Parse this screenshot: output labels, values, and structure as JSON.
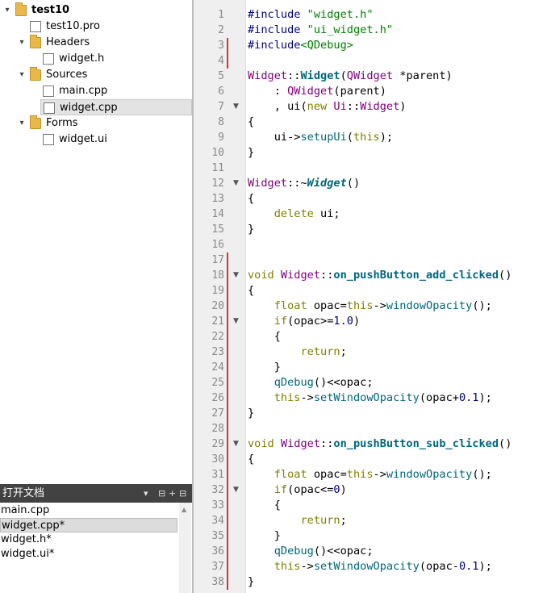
{
  "project_tree": [
    {
      "label": "test10",
      "depth": 0,
      "arrow": "down",
      "icon": "project-folder-icon",
      "bold": true
    },
    {
      "label": "test10.pro",
      "depth": 1,
      "icon": "pro-file-icon"
    },
    {
      "label": "Headers",
      "depth": 1,
      "arrow": "down",
      "icon": "headers-folder-icon"
    },
    {
      "label": "widget.h",
      "depth": 2,
      "icon": "header-file-icon"
    },
    {
      "label": "Sources",
      "depth": 1,
      "arrow": "down",
      "icon": "sources-folder-icon"
    },
    {
      "label": "main.cpp",
      "depth": 2,
      "icon": "cpp-file-icon"
    },
    {
      "label": "widget.cpp",
      "depth": 2,
      "icon": "cpp-file-icon",
      "selected": true
    },
    {
      "label": "Forms",
      "depth": 1,
      "arrow": "down",
      "icon": "forms-folder-icon"
    },
    {
      "label": "widget.ui",
      "depth": 2,
      "icon": "ui-file-icon"
    }
  ],
  "open_docs": {
    "title": "打开文档",
    "items": [
      {
        "label": "main.cpp"
      },
      {
        "label": "widget.cpp*",
        "selected": true
      },
      {
        "label": "widget.h*"
      },
      {
        "label": "widget.ui*"
      }
    ]
  },
  "editor": {
    "changed_lines": [
      3,
      4,
      17,
      18,
      19,
      20,
      21,
      22,
      23,
      24,
      25,
      26,
      27,
      28,
      29,
      30,
      31,
      32,
      33,
      34,
      35,
      36,
      37,
      38
    ],
    "fold_lines": [
      7,
      12,
      18,
      21,
      29,
      32
    ],
    "lines": [
      [
        [
          "pre",
          "#include "
        ],
        [
          "str",
          "\"widget.h\""
        ]
      ],
      [
        [
          "pre",
          "#include "
        ],
        [
          "str",
          "\"ui_widget.h\""
        ]
      ],
      [
        [
          "pre",
          "#include"
        ],
        [
          "str",
          "<QDebug>"
        ]
      ],
      [],
      [
        [
          "type",
          "Widget"
        ],
        [
          "plain",
          "::"
        ],
        [
          "bfunc",
          "Widget"
        ],
        [
          "plain",
          "("
        ],
        [
          "type",
          "QWidget"
        ],
        [
          "plain",
          " *parent)"
        ]
      ],
      [
        [
          "plain",
          "    : "
        ],
        [
          "type",
          "QWidget"
        ],
        [
          "plain",
          "(parent)"
        ]
      ],
      [
        [
          "plain",
          "    , ui("
        ],
        [
          "kw",
          "new "
        ],
        [
          "type",
          "Ui"
        ],
        [
          "plain",
          "::"
        ],
        [
          "type",
          "Widget"
        ],
        [
          "plain",
          ")"
        ]
      ],
      [
        [
          "plain",
          "{"
        ]
      ],
      [
        [
          "plain",
          "    ui->"
        ],
        [
          "func",
          "setupUi"
        ],
        [
          "plain",
          "("
        ],
        [
          "kw",
          "this"
        ],
        [
          "plain",
          ");"
        ]
      ],
      [
        [
          "plain",
          "}"
        ]
      ],
      [],
      [
        [
          "type",
          "Widget"
        ],
        [
          "plain",
          "::~"
        ],
        [
          "bifunc",
          "Widget"
        ],
        [
          "plain",
          "()"
        ]
      ],
      [
        [
          "plain",
          "{"
        ]
      ],
      [
        [
          "plain",
          "    "
        ],
        [
          "kw",
          "delete "
        ],
        [
          "plain",
          "ui;"
        ]
      ],
      [
        [
          "plain",
          "}"
        ]
      ],
      [],
      [],
      [
        [
          "kw",
          "void "
        ],
        [
          "type",
          "Widget"
        ],
        [
          "plain",
          "::"
        ],
        [
          "bfunc",
          "on_pushButton_add_clicked"
        ],
        [
          "plain",
          "()"
        ]
      ],
      [
        [
          "plain",
          "{"
        ]
      ],
      [
        [
          "plain",
          "    "
        ],
        [
          "kw",
          "float "
        ],
        [
          "plain",
          "opac="
        ],
        [
          "kw",
          "this"
        ],
        [
          "plain",
          "->"
        ],
        [
          "func",
          "windowOpacity"
        ],
        [
          "plain",
          "();"
        ]
      ],
      [
        [
          "plain",
          "    "
        ],
        [
          "kw",
          "if"
        ],
        [
          "plain",
          "(opac>="
        ],
        [
          "num",
          "1.0"
        ],
        [
          "plain",
          ")"
        ]
      ],
      [
        [
          "plain",
          "    {"
        ]
      ],
      [
        [
          "plain",
          "        "
        ],
        [
          "kw",
          "return"
        ],
        [
          "plain",
          ";"
        ]
      ],
      [
        [
          "plain",
          "    }"
        ]
      ],
      [
        [
          "plain",
          "    "
        ],
        [
          "func",
          "qDebug"
        ],
        [
          "plain",
          "()<<opac;"
        ]
      ],
      [
        [
          "plain",
          "    "
        ],
        [
          "kw",
          "this"
        ],
        [
          "plain",
          "->"
        ],
        [
          "func",
          "setWindowOpacity"
        ],
        [
          "plain",
          "(opac+"
        ],
        [
          "num",
          "0.1"
        ],
        [
          "plain",
          ");"
        ]
      ],
      [
        [
          "plain",
          "}"
        ]
      ],
      [],
      [
        [
          "kw",
          "void "
        ],
        [
          "type",
          "Widget"
        ],
        [
          "plain",
          "::"
        ],
        [
          "bfunc",
          "on_pushButton_sub_clicked"
        ],
        [
          "plain",
          "()"
        ]
      ],
      [
        [
          "plain",
          "{"
        ]
      ],
      [
        [
          "plain",
          "    "
        ],
        [
          "kw",
          "float "
        ],
        [
          "plain",
          "opac="
        ],
        [
          "kw",
          "this"
        ],
        [
          "plain",
          "->"
        ],
        [
          "func",
          "windowOpacity"
        ],
        [
          "plain",
          "();"
        ]
      ],
      [
        [
          "plain",
          "    "
        ],
        [
          "kw",
          "if"
        ],
        [
          "plain",
          "(opac<="
        ],
        [
          "num",
          "0"
        ],
        [
          "plain",
          ")"
        ]
      ],
      [
        [
          "plain",
          "    {"
        ]
      ],
      [
        [
          "plain",
          "        "
        ],
        [
          "kw",
          "return"
        ],
        [
          "plain",
          ";"
        ]
      ],
      [
        [
          "plain",
          "    }"
        ]
      ],
      [
        [
          "plain",
          "    "
        ],
        [
          "func",
          "qDebug"
        ],
        [
          "plain",
          "()<<opac;"
        ]
      ],
      [
        [
          "plain",
          "    "
        ],
        [
          "kw",
          "this"
        ],
        [
          "plain",
          "->"
        ],
        [
          "func",
          "setWindowOpacity"
        ],
        [
          "plain",
          "(opac-"
        ],
        [
          "num",
          "0.1"
        ],
        [
          "plain",
          ");"
        ]
      ],
      [
        [
          "plain",
          "}"
        ]
      ]
    ]
  }
}
